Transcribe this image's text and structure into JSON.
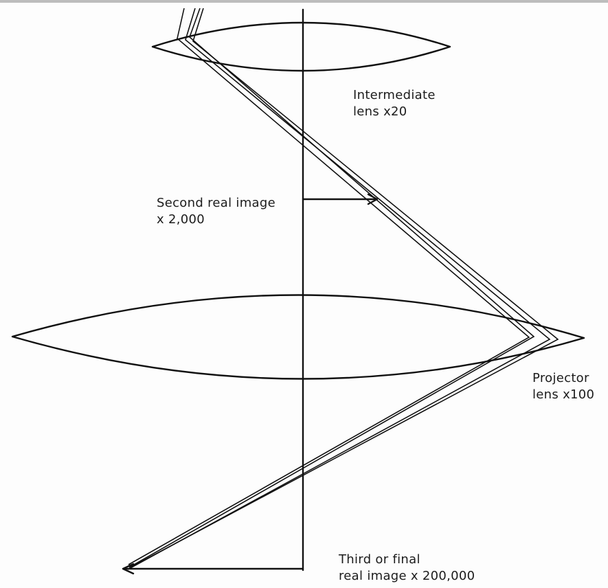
{
  "diagram": {
    "labels": {
      "intermediate_lens": [
        "Intermediate",
        "lens x20"
      ],
      "second_image": [
        "Second real image",
        "x 2,000"
      ],
      "projector_lens": [
        "Projector",
        "lens x100"
      ],
      "final_image": [
        "Third or final",
        "real image x 200,000"
      ]
    },
    "colors": {
      "ink": "#111111",
      "paper": "#fdfdfd"
    }
  }
}
